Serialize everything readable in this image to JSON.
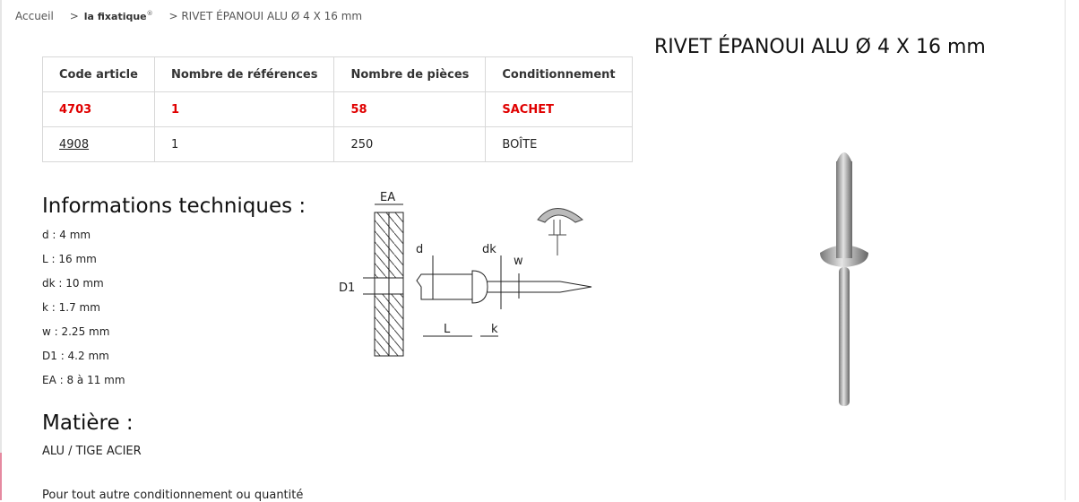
{
  "breadcrumb": {
    "home": "Accueil",
    "brand": "la fixatique",
    "brand_mark": "®",
    "current": "> RIVET ÉPANOUI ALU Ø 4 X 16 mm",
    "sep": ">"
  },
  "product_title": "RIVET ÉPANOUI ALU Ø 4 X 16 mm",
  "table": {
    "headers": [
      "Code article",
      "Nombre de références",
      "Nombre de pièces",
      "Conditionnement"
    ],
    "rows": [
      [
        "4703",
        "1",
        "58",
        "SACHET"
      ],
      [
        "4908",
        "1",
        "250",
        "BOÎTE"
      ]
    ]
  },
  "tech": {
    "heading": "Informations techniques :",
    "specs": [
      "d : 4 mm",
      "L : 16 mm",
      "dk : 10 mm",
      "k : 1.7 mm",
      "w : 2.25 mm",
      "D1 : 4.2 mm",
      "EA : 8 à 11 mm"
    ]
  },
  "diagram": {
    "labels": {
      "EA": "EA",
      "D1": "D1",
      "d": "d",
      "dk": "dk",
      "w": "w",
      "L": "L",
      "k": "k"
    }
  },
  "material": {
    "heading": "Matière :",
    "value": "ALU / TIGE ACIER"
  },
  "note": "Pour tout autre conditionnement ou quantité"
}
